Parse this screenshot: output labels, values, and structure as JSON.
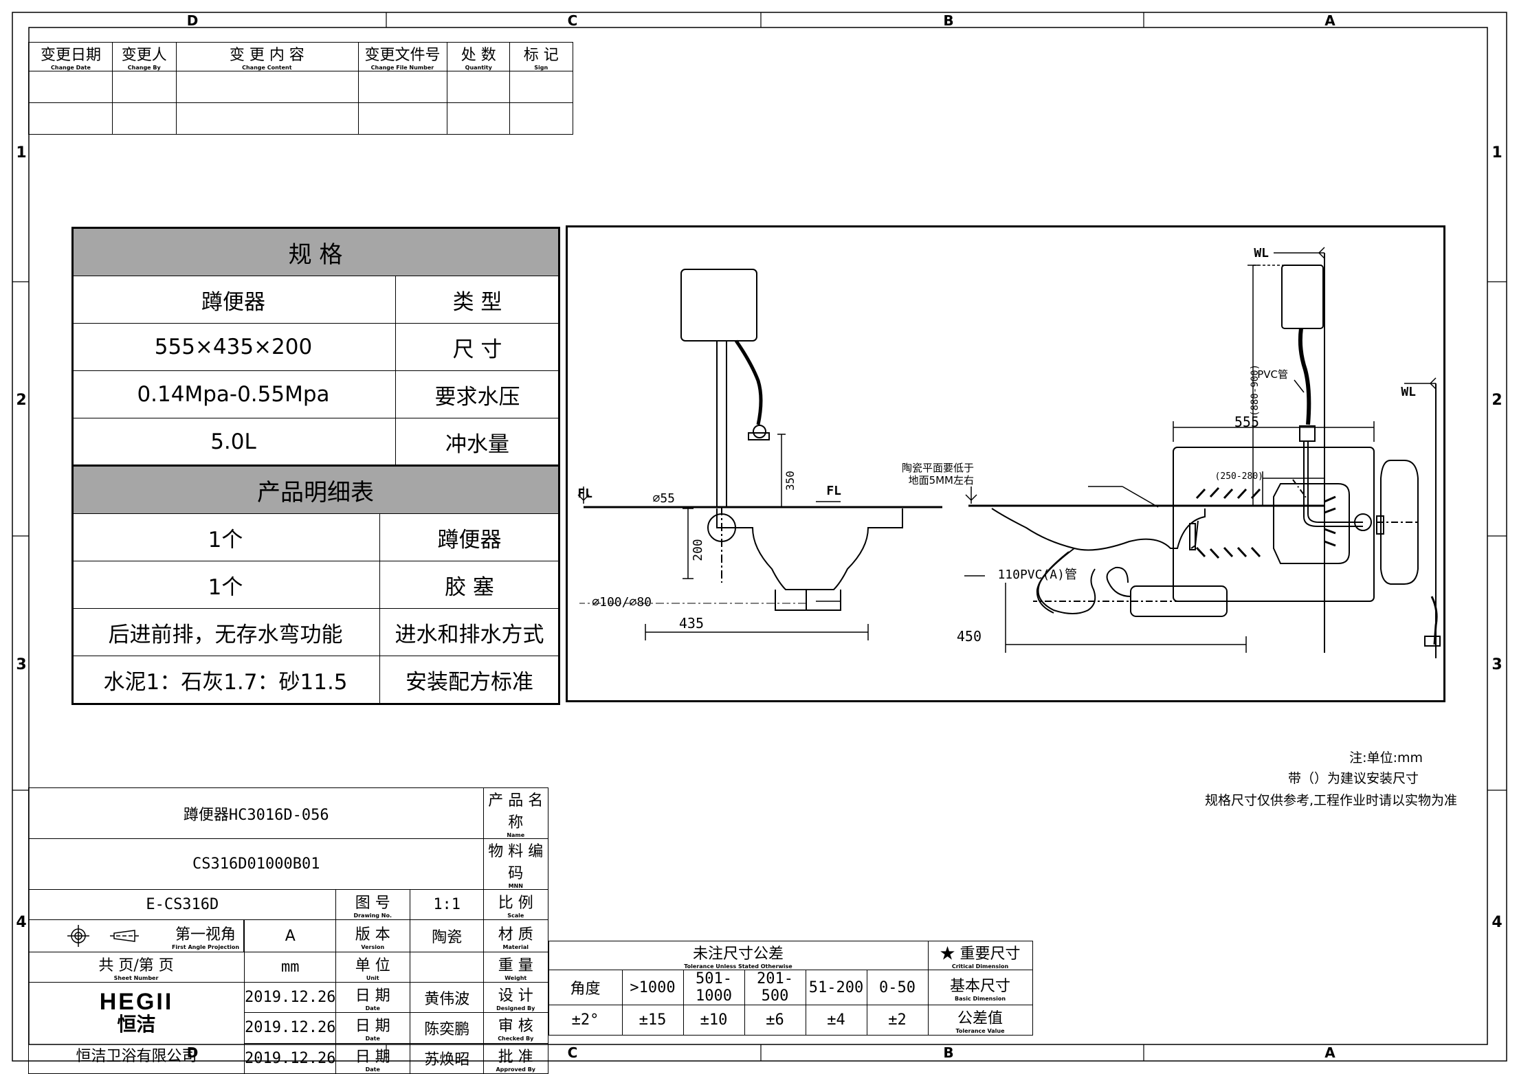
{
  "zone_letters_top": [
    "D",
    "C",
    "B",
    "A"
  ],
  "zone_letters_bottom": [
    "D",
    "C",
    "B",
    "A"
  ],
  "zone_numbers_left": [
    "1",
    "2",
    "3",
    "4"
  ],
  "zone_numbers_right": [
    "1",
    "2",
    "3",
    "4"
  ],
  "revision_table": {
    "headers": [
      {
        "zh": "变更日期",
        "en": "Change Date"
      },
      {
        "zh": "变更人",
        "en": "Change By"
      },
      {
        "zh": "变 更 内 容",
        "en": "Change Content"
      },
      {
        "zh": "变更文件号",
        "en": "Change File Number"
      },
      {
        "zh": "处 数",
        "en": "Quantity"
      },
      {
        "zh": "标 记",
        "en": "Sign"
      }
    ]
  },
  "spec_table": {
    "title": "规  格",
    "rows": [
      {
        "label": "类  型",
        "value": "蹲便器"
      },
      {
        "label": "尺  寸",
        "value": "555×435×200"
      },
      {
        "label": "要求水压",
        "value": "0.14Mpa-0.55Mpa"
      },
      {
        "label": "冲水量",
        "value": "5.0L"
      }
    ],
    "detail_title": "产品明细表",
    "detail_rows": [
      {
        "label": "蹲便器",
        "value": "1个"
      },
      {
        "label": "胶  塞",
        "value": "1个"
      },
      {
        "label": "进水和排水方式",
        "value": "后进前排，无存水弯功能"
      },
      {
        "label": "安装配方标准",
        "value": "水泥1：石灰1.7：砂11.5"
      }
    ]
  },
  "drawing": {
    "wl_label": "WL",
    "fl_label": "FL",
    "dim_350": "350",
    "dim_200": "200",
    "dim_435": "435",
    "dim_450": "450",
    "dim_555": "555",
    "dim_880_900": "(880-900)",
    "dim_250_280": "(250-280)",
    "d55": "⌀55",
    "d100_80": "⌀100/⌀80",
    "pvc_pipe": "PVC管",
    "pipe_110": "110PVC(A)管",
    "tile_note_1": "陶瓷平面要低于",
    "tile_note_2": "地面5MM左右"
  },
  "notes": [
    "注:单位:mm",
    "带（）为建议安装尺寸",
    "规格尺寸仅供参考,工程作业时请以实物为准"
  ],
  "title_block": {
    "product_name_label": {
      "zh": "产 品 名 称",
      "en": "Name"
    },
    "product_name": "蹲便器HC3016D-056",
    "material_code_label": {
      "zh": "物 料 编 码",
      "en": "MNN"
    },
    "material_code": "CS316D01000B01",
    "scale_label": {
      "zh": "比 例",
      "en": "Scale"
    },
    "scale": "1:1",
    "drawing_no_label": {
      "zh": "图 号",
      "en": "Drawing No."
    },
    "drawing_no": "E-CS316D",
    "material_label": {
      "zh": "材 质",
      "en": "Material"
    },
    "material": "陶瓷",
    "version_label": {
      "zh": "版 本",
      "en": "Version"
    },
    "version": "A",
    "projection_label": {
      "zh": "第一视角",
      "en": "First Angle Projection"
    },
    "weight_label": {
      "zh": "重 量",
      "en": "Weight"
    },
    "unit_label": {
      "zh": "单 位",
      "en": "Unit"
    },
    "unit": "mm",
    "sheet_label": {
      "zh": "共  页/第  页",
      "en": "Sheet Number"
    },
    "designed_label": {
      "zh": "设 计",
      "en": "Designed By"
    },
    "designed_by": "黄伟波",
    "checked_label": {
      "zh": "审 核",
      "en": "Checked By"
    },
    "checked_by": "陈奕鹏",
    "approved_label": {
      "zh": "批 准",
      "en": "Approved By"
    },
    "approved_by": "苏焕昭",
    "date_label": {
      "zh": "日 期",
      "en": "Date"
    },
    "dates": [
      "2019.12.26",
      "2019.12.26",
      "2019.12.26"
    ],
    "logo_en": "HEGII",
    "logo_zh": "恒洁",
    "company": "恒洁卫浴有限公司",
    "tolerance_title": {
      "zh": "未注尺寸公差",
      "en": "Tolerance Unless Stated Otherwise"
    },
    "critical_label": {
      "zh": "★ 重要尺寸",
      "en": "Critical Dimension"
    },
    "basic_label": {
      "zh": "基本尺寸",
      "en": "Basic Dimension"
    },
    "tolvalue_label": {
      "zh": "公差值",
      "en": "Tolerance Value"
    },
    "ranges": [
      "0-50",
      "51-200",
      "201-500",
      "501-1000",
      ">1000",
      "角度"
    ],
    "tolerances": [
      "±2",
      "±4",
      "±6",
      "±10",
      "±15",
      "±2°"
    ]
  }
}
